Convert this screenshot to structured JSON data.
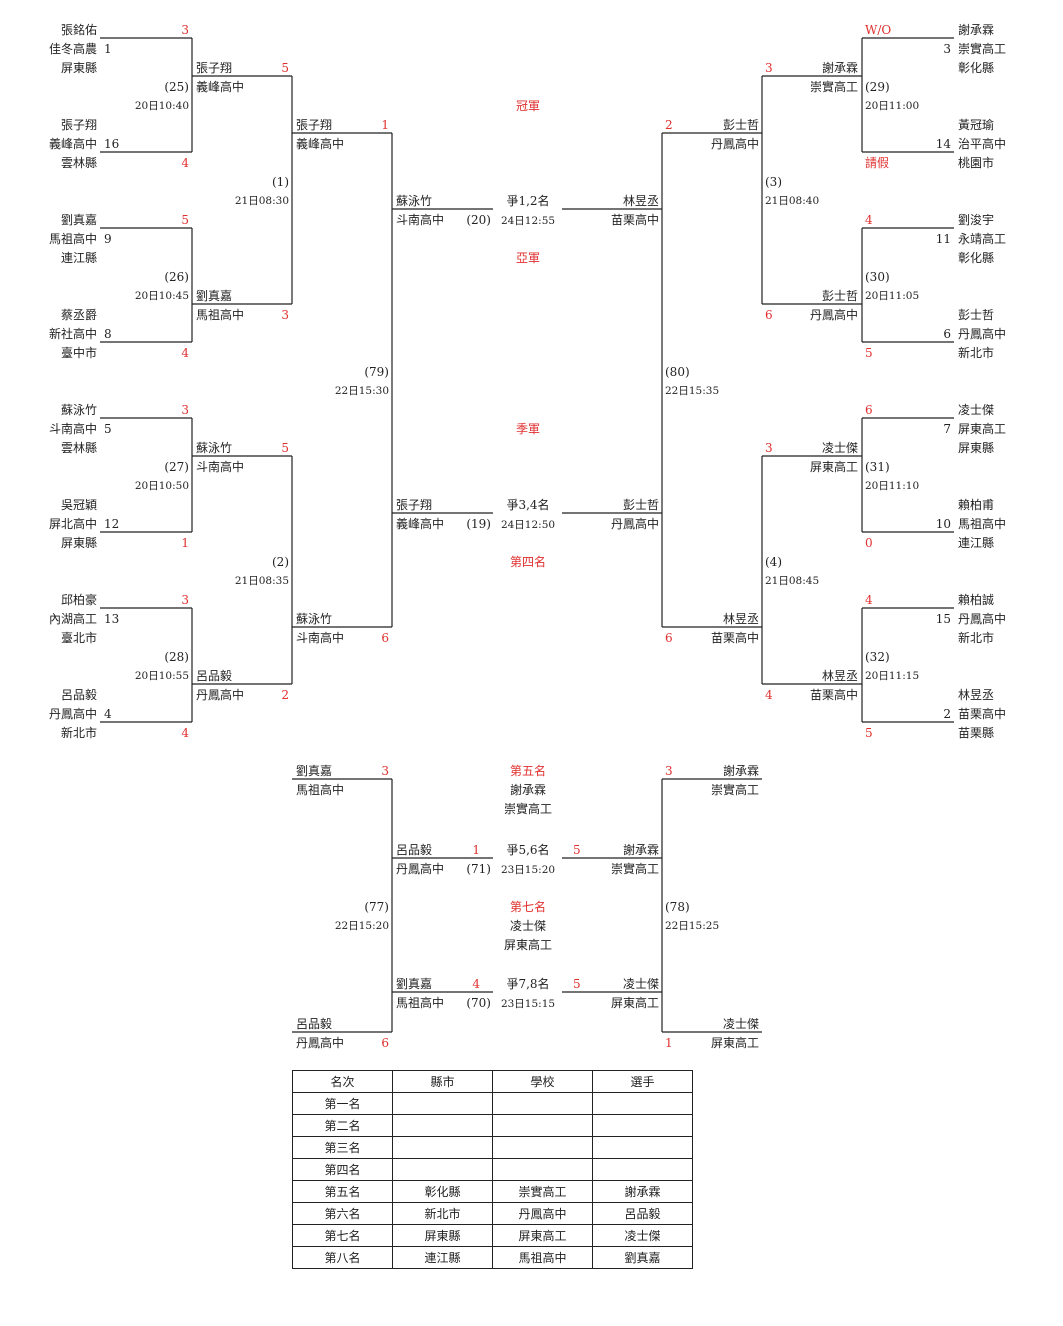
{
  "entries": {
    "e1": {
      "name": "張銘佑",
      "school": "佳冬高農",
      "county": "屏東縣",
      "seed": "1"
    },
    "e2": {
      "name": "張子翔",
      "school": "義峰高中",
      "county": "雲林縣",
      "seed": "16"
    },
    "e3": {
      "name": "劉真嘉",
      "school": "馬祖高中",
      "county": "連江縣",
      "seed": "9"
    },
    "e4": {
      "name": "蔡丞爵",
      "school": "新社高中",
      "county": "臺中市",
      "seed": "8"
    },
    "e5": {
      "name": "蘇泳竹",
      "school": "斗南高中",
      "county": "雲林縣",
      "seed": "5"
    },
    "e6": {
      "name": "吳冠穎",
      "school": "屏北高中",
      "county": "屏東縣",
      "seed": "12"
    },
    "e7": {
      "name": "邱柏豪",
      "school": "內湖高工",
      "county": "臺北市",
      "seed": "13"
    },
    "e8": {
      "name": "呂品毅",
      "school": "丹鳳高中",
      "county": "新北市",
      "seed": "4"
    },
    "e9": {
      "name": "謝承霖",
      "school": "崇實高工",
      "county": "彰化縣",
      "seed": "3"
    },
    "e10": {
      "name": "黃冠瑜",
      "school": "治平高中",
      "county": "桃園市",
      "seed": "14"
    },
    "e11": {
      "name": "劉浚宇",
      "school": "永靖高工",
      "county": "彰化縣",
      "seed": "11"
    },
    "e12": {
      "name": "彭士哲",
      "school": "丹鳳高中",
      "county": "新北市",
      "seed": "6"
    },
    "e13": {
      "name": "凌士傑",
      "school": "屏東高工",
      "county": "屏東縣",
      "seed": "7"
    },
    "e14": {
      "name": "賴柏甫",
      "school": "馬祖高中",
      "county": "連江縣",
      "seed": "10"
    },
    "e15": {
      "name": "賴柏誠",
      "school": "丹鳳高中",
      "county": "新北市",
      "seed": "15"
    },
    "e16": {
      "name": "林昱丞",
      "school": "苗栗高中",
      "county": "苗栗縣",
      "seed": "2"
    }
  },
  "r1": {
    "m25": {
      "no": "(25)",
      "time": "20日10:40",
      "s1": "3",
      "s2": "4"
    },
    "m26": {
      "no": "(26)",
      "time": "20日10:45",
      "s1": "5",
      "s2": "4"
    },
    "m27": {
      "no": "(27)",
      "time": "20日10:50",
      "s1": "3",
      "s2": "1"
    },
    "m28": {
      "no": "(28)",
      "time": "20日10:55",
      "s1": "3",
      "s2": "4"
    },
    "m29": {
      "no": "(29)",
      "time": "20日11:00",
      "s1": "W/O",
      "s2": "請假"
    },
    "m30": {
      "no": "(30)",
      "time": "20日11:05",
      "s1": "4",
      "s2": "5"
    },
    "m31": {
      "no": "(31)",
      "time": "20日11:10",
      "s1": "6",
      "s2": "0"
    },
    "m32": {
      "no": "(32)",
      "time": "20日11:15",
      "s1": "4",
      "s2": "5"
    }
  },
  "r2": {
    "m1": {
      "no": "(1)",
      "time": "21日08:30",
      "n1": "張子翔",
      "sc1": "義峰高中",
      "s1": "5",
      "n2": "劉真嘉",
      "sc2": "馬祖高中",
      "s2": "3"
    },
    "m2": {
      "no": "(2)",
      "time": "21日08:35",
      "n1": "蘇泳竹",
      "sc1": "斗南高中",
      "s1": "5",
      "n2": "呂品毅",
      "sc2": "丹鳳高中",
      "s2": "2"
    },
    "m3": {
      "no": "(3)",
      "time": "21日08:40",
      "n1": "謝承霖",
      "sc1": "崇實高工",
      "s1": "3",
      "n2": "彭士哲",
      "sc2": "丹鳳高中",
      "s2": "6"
    },
    "m4": {
      "no": "(4)",
      "time": "21日08:45",
      "n1": "凌士傑",
      "sc1": "屏東高工",
      "s1": "3",
      "n2": "林昱丞",
      "sc2": "苗栗高中",
      "s2": "4"
    }
  },
  "r3": {
    "m79": {
      "no": "(79)",
      "time": "22日15:30",
      "n1": "張子翔",
      "sc1": "義峰高中",
      "s1": "1",
      "n2": "蘇泳竹",
      "sc2": "斗南高中",
      "s2": "6"
    },
    "m80": {
      "no": "(80)",
      "time": "22日15:35",
      "n1": "彭士哲",
      "sc1": "丹鳳高中",
      "s1": "2",
      "n2": "林昱丞",
      "sc2": "苗栗高中",
      "s2": "6"
    }
  },
  "finals": {
    "champion_label": "冠軍",
    "runnerup_label": "亞軍",
    "third_label": "季軍",
    "fourth_label": "第四名",
    "f12": {
      "label": "爭1,2名",
      "time": "24日12:55",
      "left_name": "蘇泳竹",
      "left_school": "斗南高中",
      "left_no": "(20)",
      "right_name": "林昱丞",
      "right_school": "苗栗高中"
    },
    "f34": {
      "label": "爭3,4名",
      "time": "24日12:50",
      "left_name": "張子翔",
      "left_school": "義峰高中",
      "left_no": "(19)",
      "right_name": "彭士哲",
      "right_school": "丹鳳高中"
    }
  },
  "placement": {
    "fifth_label": "第五名",
    "fifth_name": "謝承霖",
    "fifth_school": "崇實高工",
    "seventh_label": "第七名",
    "seventh_name": "凌士傑",
    "seventh_school": "屏東高工",
    "m77": {
      "no": "(77)",
      "time": "22日15:20",
      "n1": "劉真嘉",
      "sc1": "馬祖高中",
      "s1": "3",
      "n2": "呂品毅",
      "sc2": "丹鳳高中",
      "s2": "6"
    },
    "m78": {
      "no": "(78)",
      "time": "22日15:25",
      "n1": "謝承霖",
      "sc1": "崇實高工",
      "s1": "3",
      "n2": "凌士傑",
      "sc2": "屏東高工",
      "s2": "1"
    },
    "f56": {
      "label": "爭5,6名",
      "time": "23日15:20",
      "left_name": "呂品毅",
      "left_school": "丹鳳高中",
      "left_score": "1",
      "left_no": "(71)",
      "right_name": "謝承霖",
      "right_school": "崇實高工",
      "right_score": "5"
    },
    "f78": {
      "label": "爭7,8名",
      "time": "23日15:15",
      "left_name": "劉真嘉",
      "left_school": "馬祖高中",
      "left_score": "4",
      "left_no": "(70)",
      "right_name": "凌士傑",
      "right_school": "屏東高工",
      "right_score": "5"
    }
  },
  "table": {
    "headers": [
      "名次",
      "縣市",
      "學校",
      "選手"
    ],
    "rows": [
      [
        "第一名",
        "",
        "",
        ""
      ],
      [
        "第二名",
        "",
        "",
        ""
      ],
      [
        "第三名",
        "",
        "",
        ""
      ],
      [
        "第四名",
        "",
        "",
        ""
      ],
      [
        "第五名",
        "彰化縣",
        "崇實高工",
        "謝承霖"
      ],
      [
        "第六名",
        "新北市",
        "丹鳳高中",
        "呂品毅"
      ],
      [
        "第七名",
        "屏東縣",
        "屏東高工",
        "凌士傑"
      ],
      [
        "第八名",
        "連江縣",
        "馬祖高中",
        "劉真嘉"
      ]
    ]
  }
}
